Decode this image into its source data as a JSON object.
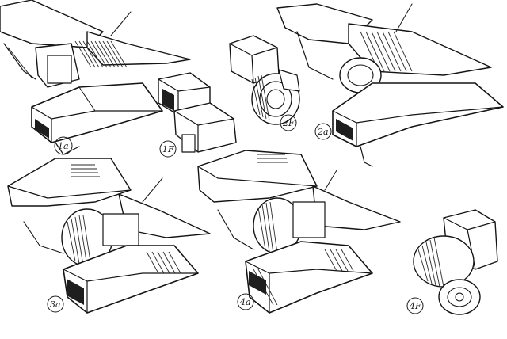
{
  "sheet": {
    "background": "#ffffff",
    "ink": "#141414",
    "labels": {
      "v1a": "1a",
      "v1f": "1F",
      "v2f": "2F",
      "v2a": "2a",
      "v3a": "3a",
      "v4a": "4a",
      "v4f": "4F"
    }
  }
}
